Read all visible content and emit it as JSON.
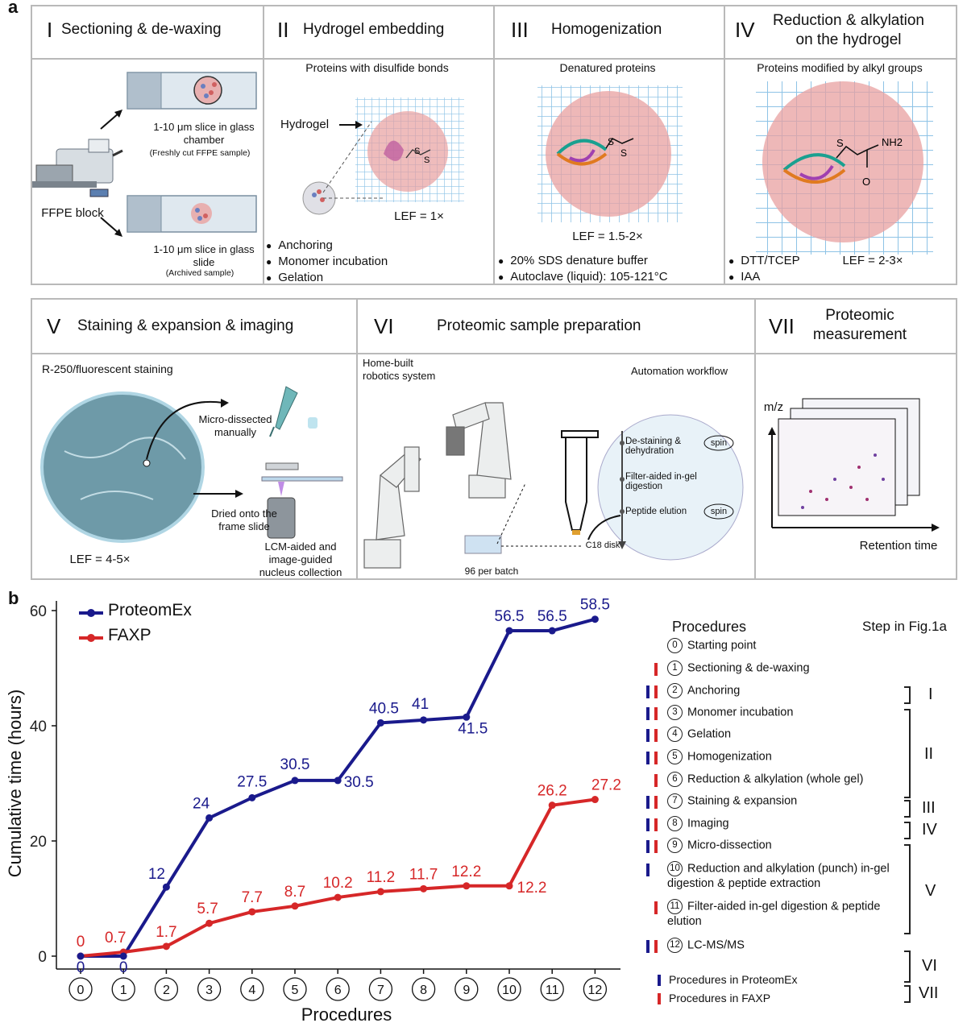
{
  "panel_a_label": "a",
  "panel_b_label": "b",
  "steps": [
    {
      "num": "I",
      "title": "Sectioning & de-waxing"
    },
    {
      "num": "II",
      "title": "Hydrogel embedding"
    },
    {
      "num": "III",
      "title": "Homogenization"
    },
    {
      "num": "IV",
      "title": "Reduction & alkylation on the hydrogel"
    },
    {
      "num": "V",
      "title": "Staining & expansion & imaging"
    },
    {
      "num": "VI",
      "title": "Proteomic sample preparation"
    },
    {
      "num": "VII",
      "title": "Proteomic measurement"
    }
  ],
  "step1": {
    "slice1": "1-10 μm slice in glass chamber",
    "slice1_note": "(Freshly cut FFPE sample)",
    "ffpe": "FFPE block",
    "slice2": "1-10 μm slice in glass slide",
    "slice2_note": "(Archived sample)"
  },
  "step2": {
    "subtitle": "Proteins with disulfide bonds",
    "hydrogel": "Hydrogel",
    "lef": "LEF = 1×",
    "bullets": [
      "Anchoring",
      "Monomer incubation",
      "Gelation"
    ]
  },
  "step3": {
    "subtitle": "Denatured proteins",
    "lef": "LEF = 1.5-2×",
    "bullets": [
      "20% SDS denature buffer",
      "Autoclave (liquid): 105-121°C"
    ]
  },
  "step4": {
    "subtitle": "Proteins modified by alkyl groups",
    "chem_s": "S",
    "chem_nh2": "NH2",
    "chem_o": "O",
    "lef": "LEF = 2-3×",
    "bullets": [
      "DTT/TCEP",
      "IAA"
    ]
  },
  "step5": {
    "staining": "R-250/fluorescent staining",
    "micro": "Micro-dissected manually",
    "dried": "Dried onto the frame slide",
    "lef": "LEF = 4-5×",
    "lcm": "LCM-aided and image-guided nucleus collection"
  },
  "step6": {
    "robot": "Home-built robotics system",
    "workflow": "Automation workflow",
    "wf1": "De-staining & dehydration",
    "wf2": "Filter-aided in-gel digestion",
    "wf3": "Peptide elution",
    "spin": "spin",
    "c18": "C18 disk",
    "batch": "96 per batch"
  },
  "step7": {
    "ylabel": "m/z",
    "xlabel": "Retention time"
  },
  "chart_data": {
    "type": "line",
    "categories": [
      "0",
      "1",
      "2",
      "3",
      "4",
      "5",
      "6",
      "7",
      "8",
      "9",
      "10",
      "11",
      "12"
    ],
    "xlabel": "Procedures",
    "ylabel": "Cumulative time (hours)",
    "ylim": [
      0,
      60
    ],
    "yticks": [
      0,
      20,
      40,
      60
    ],
    "grid": false,
    "legend": "top-left",
    "series": [
      {
        "name": "ProteomEx",
        "color": "#1a1a8c",
        "values": [
          0,
          0,
          12,
          24,
          27.5,
          30.5,
          30.5,
          40.5,
          41,
          41.5,
          56.5,
          56.5,
          58.5
        ],
        "labels": [
          "0",
          "0",
          "12",
          "24",
          "27.5",
          "30.5",
          "30.5",
          "40.5",
          "41",
          "41.5",
          "56.5",
          "56.5",
          "58.5"
        ]
      },
      {
        "name": "FAXP",
        "color": "#d62728",
        "values": [
          0,
          0.7,
          1.7,
          5.7,
          7.7,
          8.7,
          10.2,
          11.2,
          11.7,
          12.2,
          12.2,
          26.2,
          27.2
        ],
        "labels": [
          "0",
          "0.7",
          "1.7",
          "5.7",
          "7.7",
          "8.7",
          "10.2",
          "11.2",
          "11.7",
          "12.2",
          "12.2",
          "26.2",
          "27.2"
        ]
      }
    ]
  },
  "procedures": {
    "header": "Procedures",
    "step_header": "Step in Fig.1a",
    "items": [
      {
        "n": "0",
        "label": "Starting point",
        "proteomex": false,
        "faxp": false
      },
      {
        "n": "1",
        "label": "Sectioning & de-waxing",
        "proteomex": false,
        "faxp": true
      },
      {
        "n": "2",
        "label": "Anchoring",
        "proteomex": true,
        "faxp": true
      },
      {
        "n": "3",
        "label": "Monomer incubation",
        "proteomex": true,
        "faxp": true
      },
      {
        "n": "4",
        "label": "Gelation",
        "proteomex": true,
        "faxp": true
      },
      {
        "n": "5",
        "label": "Homogenization",
        "proteomex": true,
        "faxp": true
      },
      {
        "n": "6",
        "label": "Reduction & alkylation (whole gel)",
        "proteomex": false,
        "faxp": true
      },
      {
        "n": "7",
        "label": "Staining & expansion",
        "proteomex": true,
        "faxp": true
      },
      {
        "n": "8",
        "label": "Imaging",
        "proteomex": true,
        "faxp": true
      },
      {
        "n": "9",
        "label": "Micro-dissection",
        "proteomex": true,
        "faxp": true
      },
      {
        "n": "10",
        "label": "Reduction and alkylation (punch) in-gel digestion & peptide extraction",
        "proteomex": true,
        "faxp": false
      },
      {
        "n": "11",
        "label": "Filter-aided in-gel digestion & peptide elution",
        "proteomex": false,
        "faxp": true
      },
      {
        "n": "12",
        "label": "LC-MS/MS",
        "proteomex": true,
        "faxp": true
      }
    ],
    "step_groups": [
      "I",
      "II",
      "III",
      "IV",
      "V",
      "VI",
      "VII"
    ],
    "legend_proteomex": "Procedures in ProteomEx",
    "legend_faxp": "Procedures in FAXP"
  },
  "colors": {
    "proteomex": "#1a1a8c",
    "faxp": "#d62728",
    "border": "#b9b9b9",
    "gel": "#a8d0ea",
    "tissue": "#e8a0a0"
  }
}
